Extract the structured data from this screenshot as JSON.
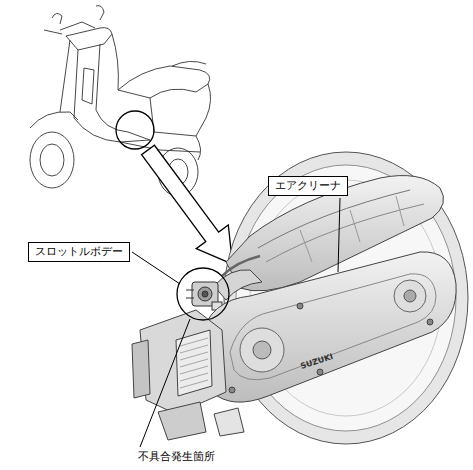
{
  "diagram": {
    "nodes": [
      {
        "text": [
          "エアクリーナ"
        ]
      },
      {
        "text": [
          "スロットルボデー"
        ]
      }
    ],
    "labels": [
      "不具合発生箇所",
      "SUZUKI"
    ]
  }
}
